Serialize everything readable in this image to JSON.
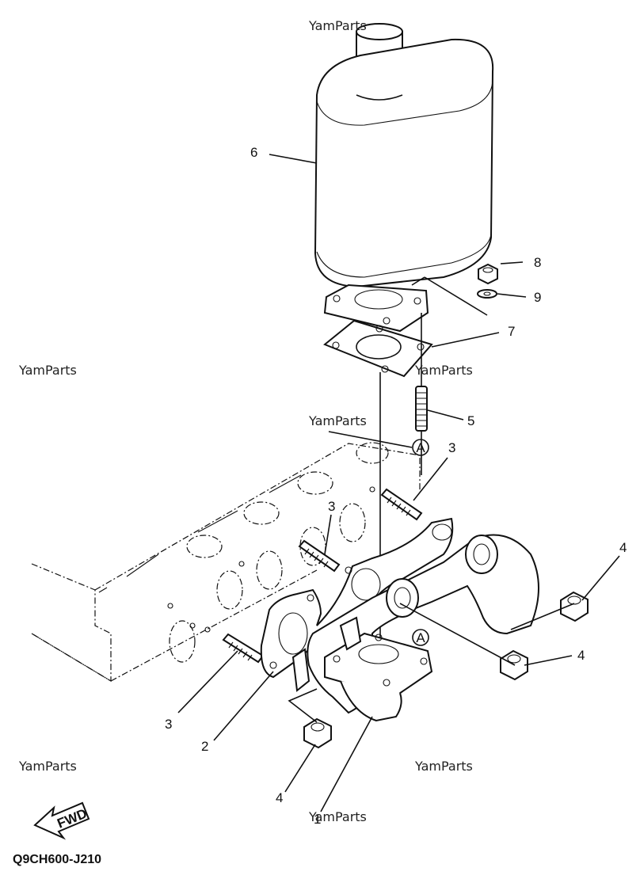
{
  "watermarks": [
    "YamParts",
    "YamParts",
    "YamParts",
    "YamParts",
    "YamParts",
    "YamParts",
    "YamParts"
  ],
  "callouts": {
    "c1": "1",
    "c2": "2",
    "c3a": "3",
    "c3b": "3",
    "c3c": "3",
    "c4a": "4",
    "c4b": "4",
    "c4c": "4",
    "c5": "5",
    "c6": "6",
    "c7": "7",
    "c8": "8",
    "c9": "9"
  },
  "reference_marks": [
    "A",
    "A"
  ],
  "fwd_label": "FWD",
  "diagram_code": "Q9CH600-J210"
}
